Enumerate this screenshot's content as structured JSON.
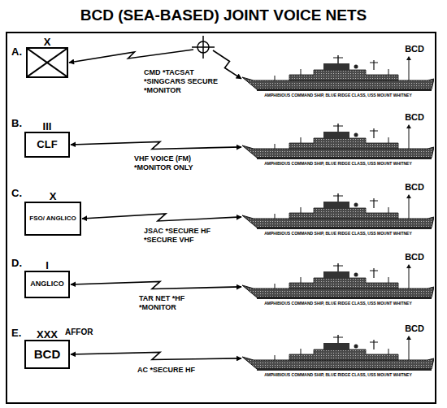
{
  "diagram": {
    "title": "BCD (SEA-BASED) JOINT VOICE NETS",
    "nodes": [
      {
        "text": [
          "X"
        ]
      },
      {
        "text": [
          "BCD",
          "AMPHIBIOUS COMMAND SHIP, BLUE RIDGE CLASS, USS MOUNT WHITNEY"
        ]
      },
      {
        "text": [
          "III",
          "CLF"
        ]
      },
      {
        "text": [
          "BCD",
          "AMPHIBIOUS COMMAND SHIP, BLUE RIDGE CLASS, USS MOUNT WHITNEY"
        ]
      },
      {
        "text": [
          "X",
          "FSO/ ANGLICO"
        ]
      },
      {
        "text": [
          "BCD",
          "AMPHIBIOUS COMMAND SHIP, BLUE RIDGE CLASS, USS MOUNT WHITNEY"
        ]
      },
      {
        "text": [
          "I",
          "ANGLICO"
        ]
      },
      {
        "text": [
          "BCD",
          "AMPHIBIOUS COMMAND SHIP, BLUE RIDGE CLASS, USS MOUNT WHITNEY"
        ]
      },
      {
        "text": [
          "XXX",
          "BCD"
        ]
      },
      {
        "text": [
          "BCD",
          "AMPHIBIOUS COMMAND SHIP, BLUE RIDGE CLASS, USS MOUNT WHITNEY"
        ]
      }
    ],
    "edges": [
      {
        "from": 0,
        "to": 1,
        "arrow": "both",
        "label": "CMD *TACSAT *SINGCARS SECURE *MONITOR"
      },
      {
        "from": 2,
        "to": 3,
        "arrow": "both",
        "label": "VHF VOICE (FM) *MONITOR ONLY"
      },
      {
        "from": 4,
        "to": 5,
        "arrow": "both",
        "label": "JSAC *SECURE HF *SECURE VHF"
      },
      {
        "from": 6,
        "to": 7,
        "arrow": "both",
        "label": "TAR NET *HF *MONITOR"
      },
      {
        "from": 8,
        "to": 9,
        "arrow": "both",
        "label": "AC *SECURE HF"
      }
    ],
    "labels": [
      "A.",
      "B.",
      "C.",
      "D.",
      "E.",
      "AFFOR"
    ]
  }
}
